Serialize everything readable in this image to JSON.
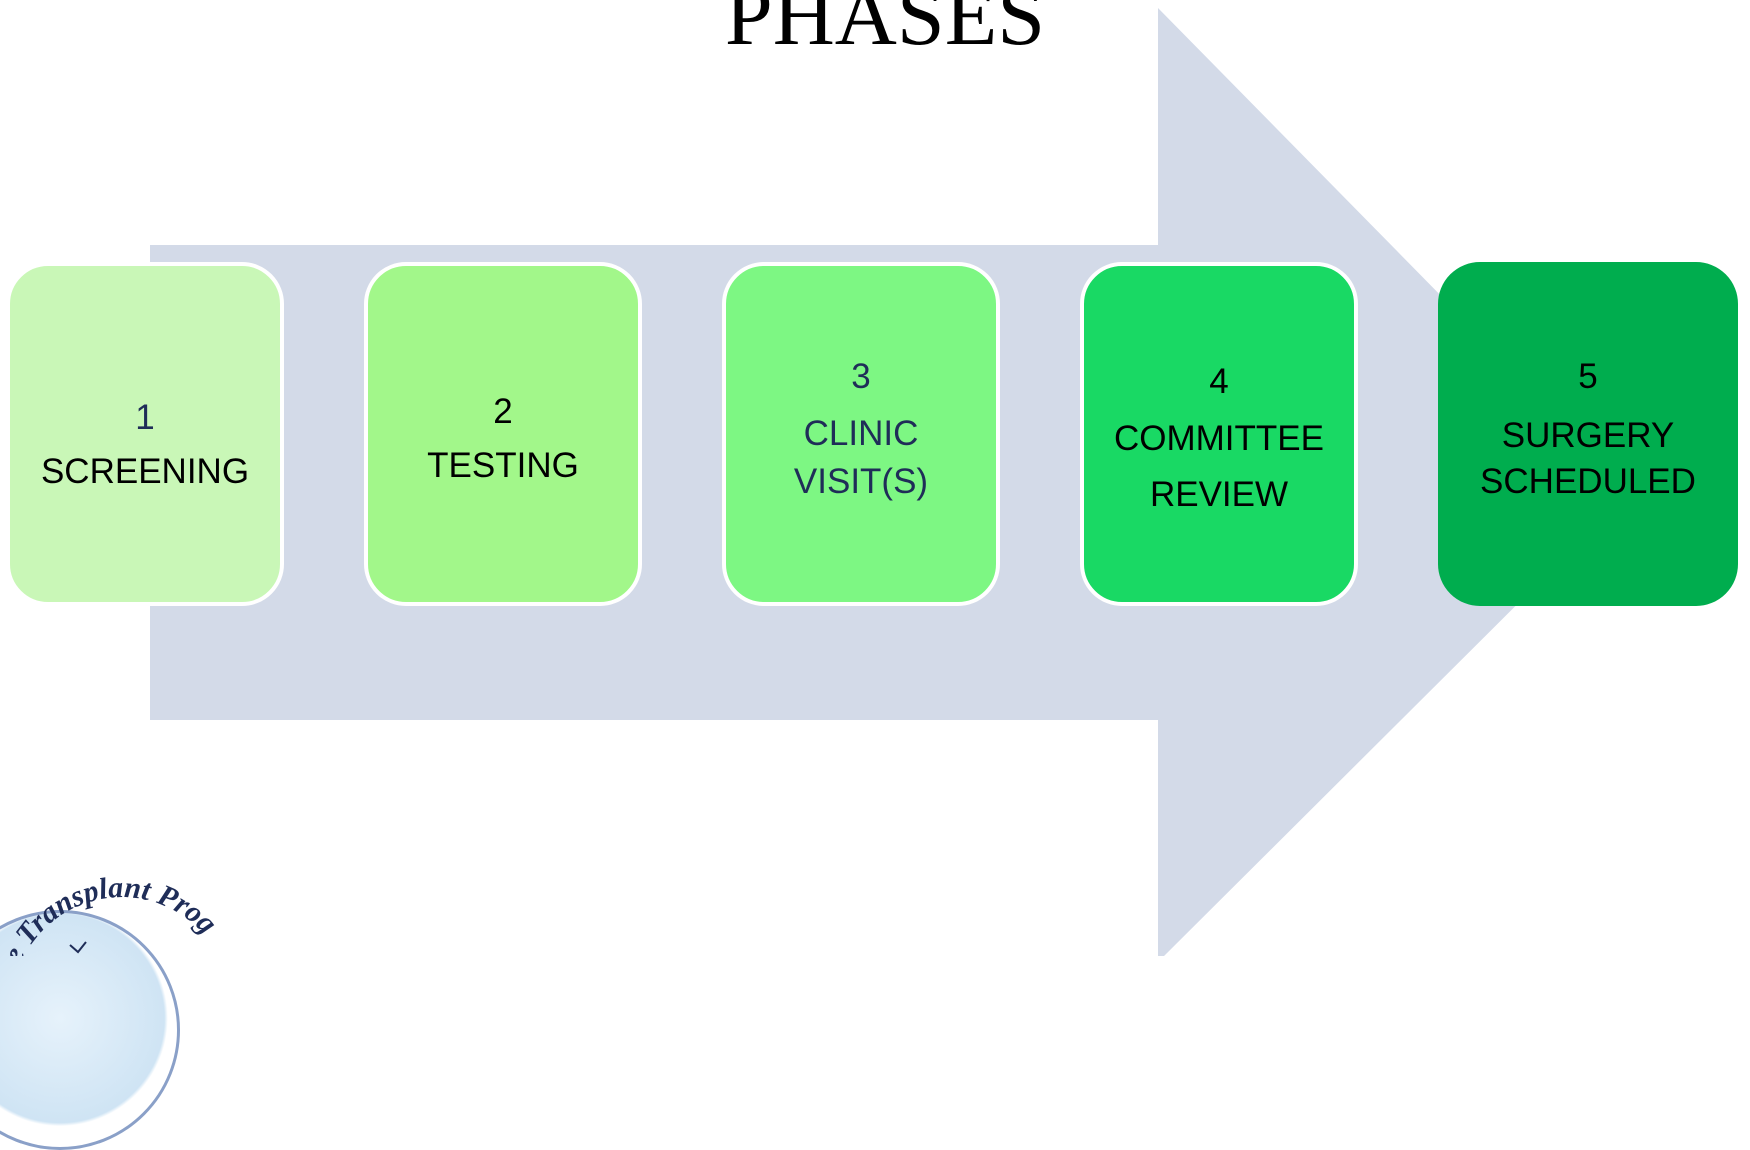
{
  "title": "PHASES",
  "colors": {
    "arrow": "#d3dae8",
    "phase1": "#c9f7b7",
    "phase2": "#a2f78a",
    "phase3": "#7df783",
    "phase4": "#19d964",
    "phase5": "#00ad4e",
    "text_dark": "#000000",
    "text_navy": "#1f2d58"
  },
  "phases": [
    {
      "number": "1",
      "label_lines": [
        "SCREENING"
      ]
    },
    {
      "number": "2",
      "label_lines": [
        "TESTING"
      ]
    },
    {
      "number": "3",
      "label_lines": [
        "CLINIC",
        "VISIT(S)"
      ]
    },
    {
      "number": "4",
      "label_lines": [
        "COMMITTEE",
        "REVIEW"
      ]
    },
    {
      "number": "5",
      "label_lines": [
        "SURGERY",
        "SCHEDULED"
      ]
    }
  ],
  "logo": {
    "visible_text": "e Transplant Prog"
  }
}
